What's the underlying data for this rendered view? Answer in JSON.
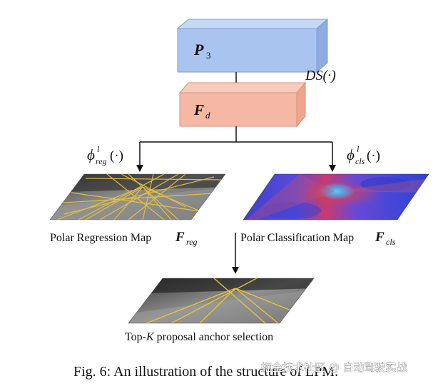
{
  "diagram": {
    "nodes": {
      "p3": {
        "symbol": "P",
        "subscript": "3",
        "color": "#a9c4ef"
      },
      "fd": {
        "symbol": "F",
        "subscript": "d",
        "color": "#f4b8a4"
      },
      "reg_map": {
        "caption": "Polar Regression Map",
        "symbol": "F",
        "subscript": "reg"
      },
      "cls_map": {
        "caption": "Polar Classification Map",
        "symbol": "F",
        "subscript": "cls"
      },
      "topk": {
        "caption_prefix": "Top-",
        "caption_k": "K",
        "caption_suffix": " proposal anchor selection"
      }
    },
    "edge_labels": {
      "ds": "DS(·)",
      "phi_reg": {
        "symbol": "ϕ",
        "superscript": "l",
        "subscript": "reg",
        "arg": "(·)"
      },
      "phi_cls": {
        "symbol": "ϕ",
        "superscript": "l",
        "subscript": "cls",
        "arg": "(·)"
      }
    },
    "figure_caption": "Fig. 6: An illustration of the structure of LPM.",
    "watermark": "掘金技术社区 @ 自动驾驶实战"
  }
}
